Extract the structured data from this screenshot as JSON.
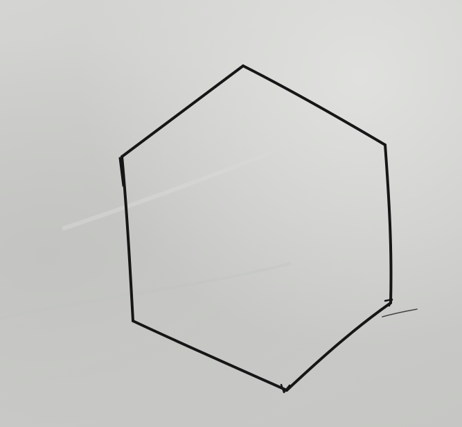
{
  "scene": {
    "description_type": "photo-of-paper",
    "paper_color": "#cfd0cd",
    "ink_color": "#161616"
  },
  "shape": {
    "kind": "hexagon",
    "vertex_count": 6,
    "stroke_color": "#161616"
  }
}
